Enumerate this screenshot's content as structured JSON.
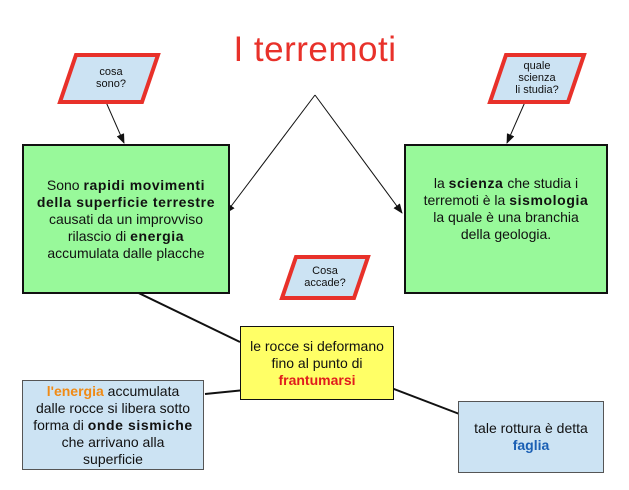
{
  "title": "I terremoti",
  "questions": {
    "what": [
      "cosa",
      "sono?"
    ],
    "science": [
      "quale",
      "scienza",
      "li studia?"
    ],
    "happens": [
      "Cosa",
      "accade?"
    ]
  },
  "boxes": {
    "definition": {
      "t1": "Sono ",
      "b1": "rapidi movimenti della superficie terrestre",
      "t2": " causati da un improvviso rilascio di ",
      "b2": "energia",
      "t3": " accumulata dalle placche"
    },
    "science": {
      "t1": "la ",
      "b1": "scienza",
      "t2": " che studia i terremoti è la ",
      "b2": "sismologia",
      "t3": " la quale è una branchia della geologia."
    },
    "rocks": {
      "t1": "le rocce si deformano fino al punto di ",
      "r1": "frantumarsi"
    },
    "energy": {
      "o1": "l'energia",
      "t1": " accumulata dalle rocce si libera sotto forma di ",
      "b1": "onde sismiche",
      "t2": " che arrivano alla superficie"
    },
    "fault": {
      "t1": "tale rottura è detta ",
      "bl1": "faglia"
    }
  },
  "colors": {
    "title": "#e8312a",
    "question_border": "#e8312a",
    "green_box": "#98f99a",
    "yellow_box": "#ffff66",
    "blue_box": "#cce3f3",
    "highlight_red": "#e01c1c",
    "highlight_orange": "#f08a14",
    "highlight_blue": "#1a5fb4"
  }
}
